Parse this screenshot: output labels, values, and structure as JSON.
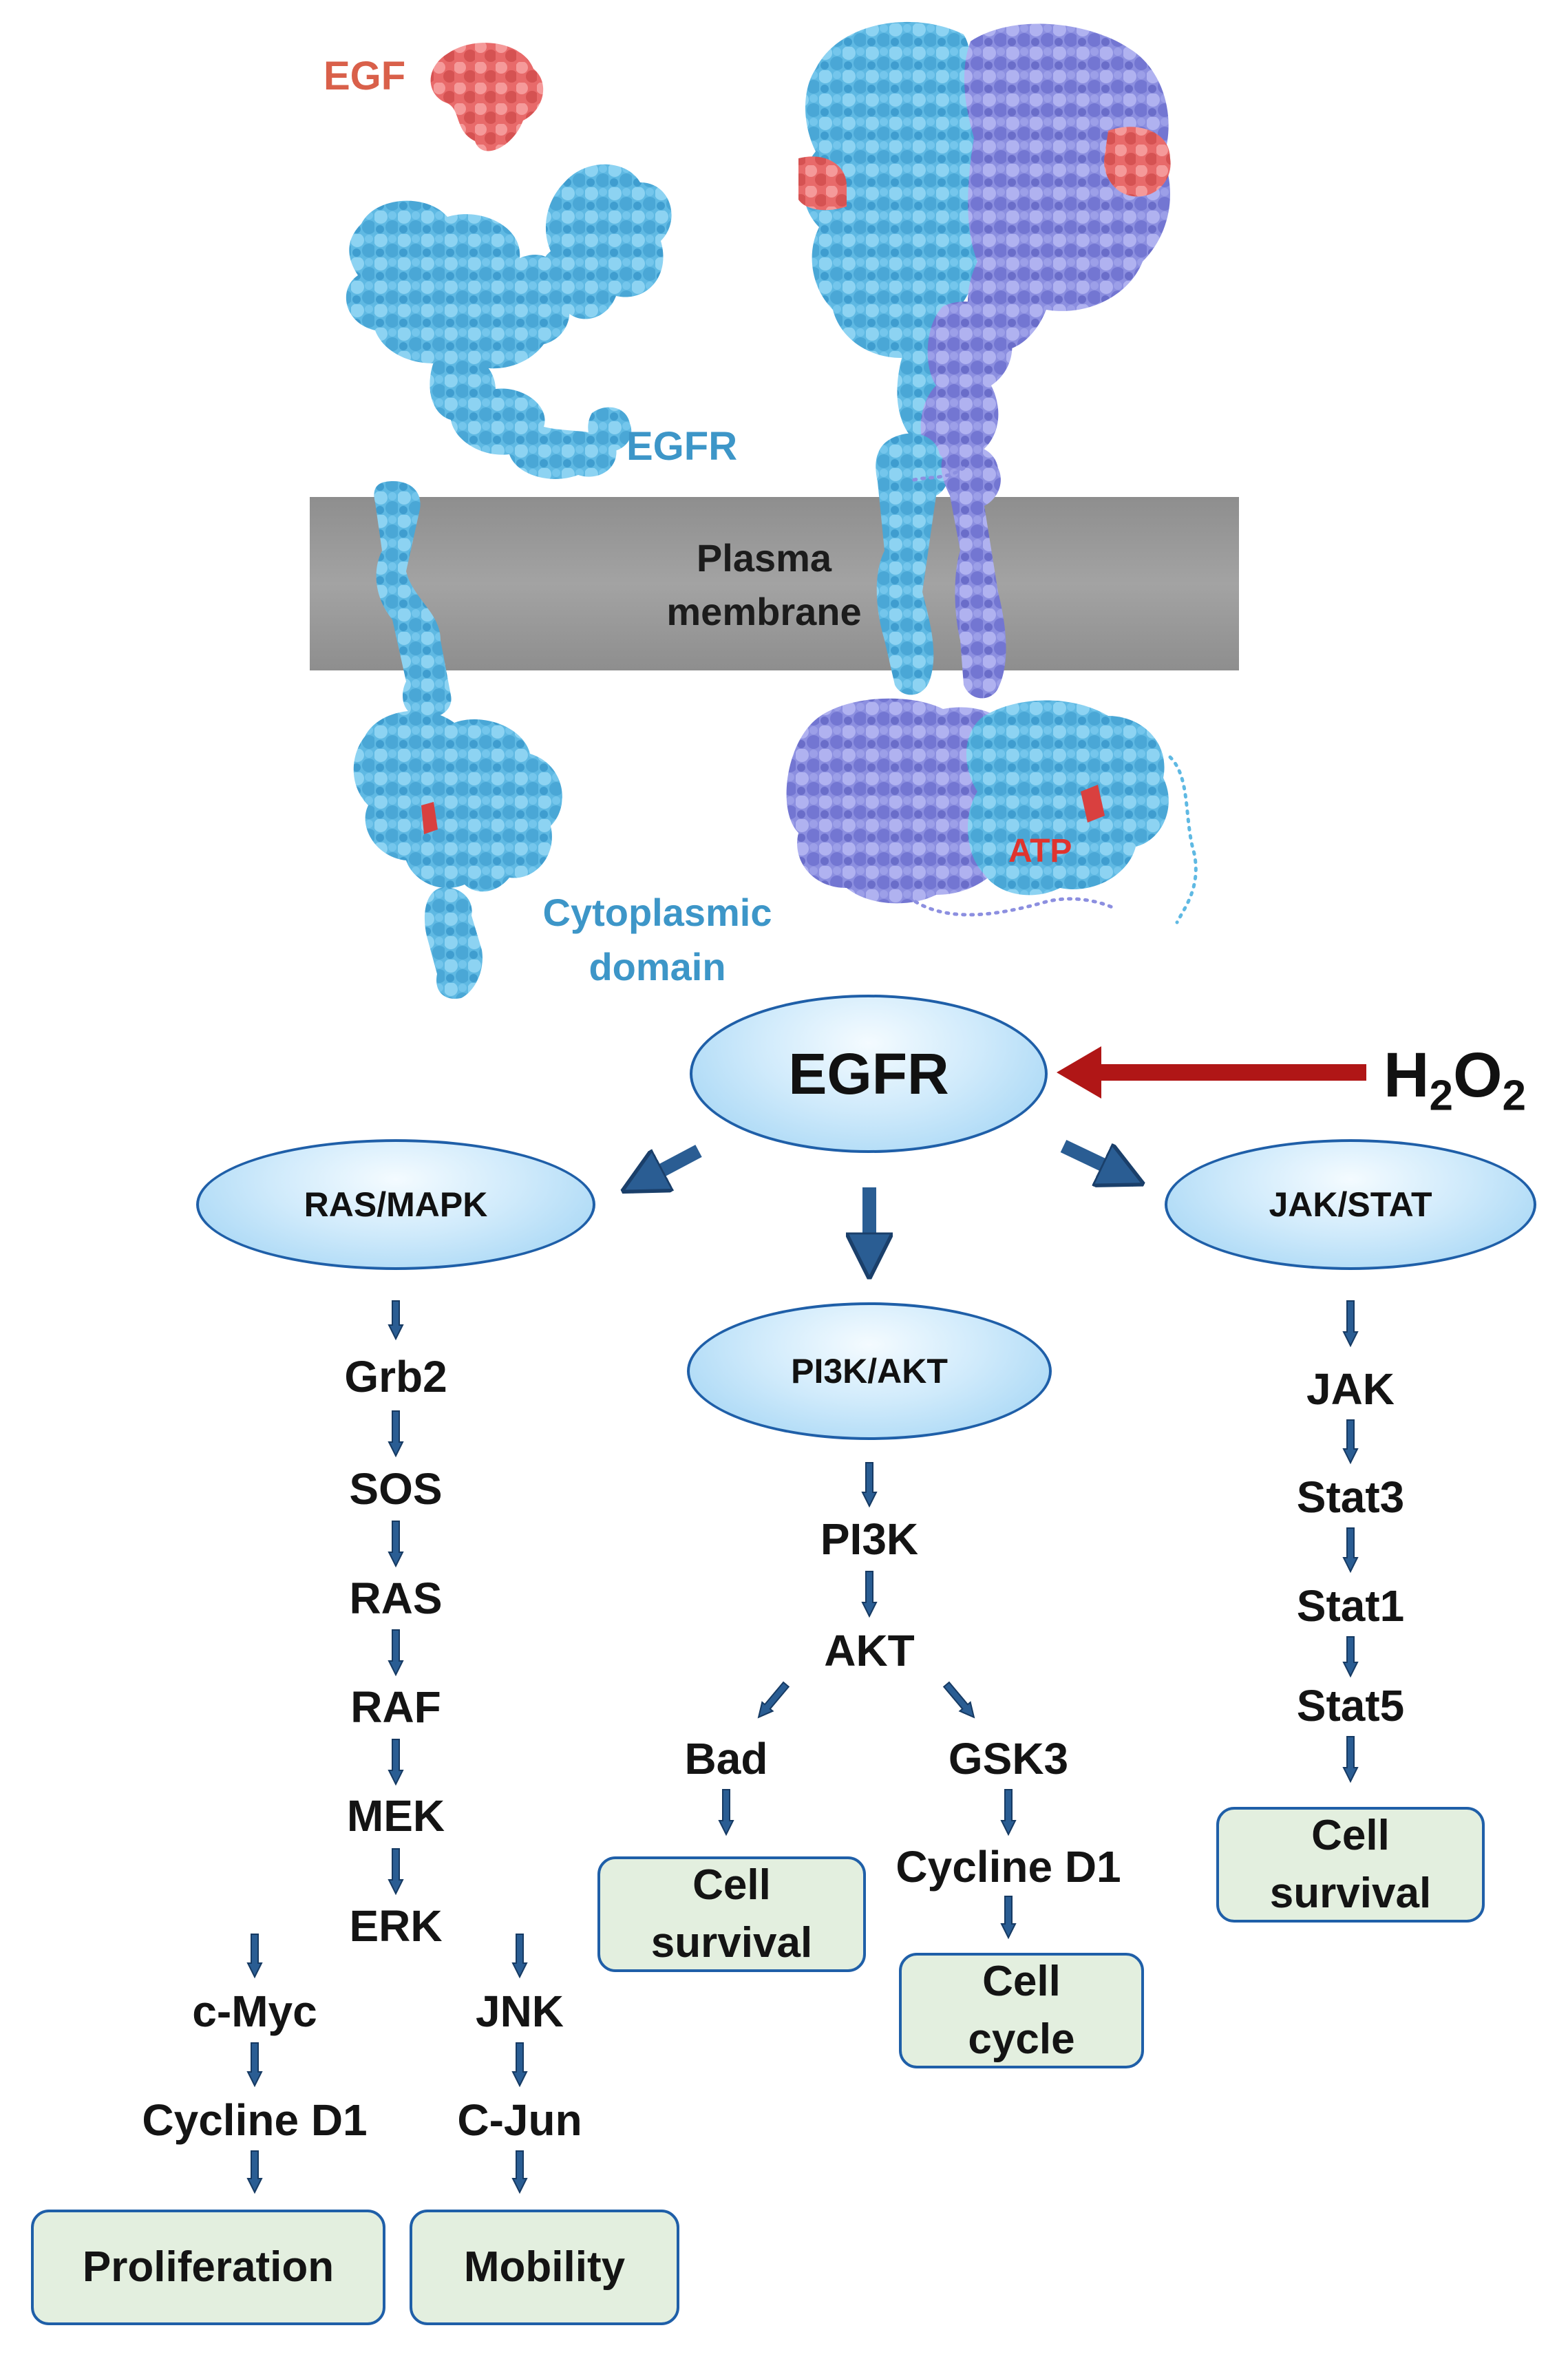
{
  "structure": {
    "egf_label": "EGF",
    "egfr_label": "EGFR",
    "membrane_line1": "Plasma",
    "membrane_line2": "membrane",
    "cytoplasmic_line1": "Cytoplasmic",
    "cytoplasmic_line2": "domain",
    "atp_label": "ATP"
  },
  "pathway": {
    "root": "EGFR",
    "stimulus": {
      "base1": "H",
      "sub1": "2",
      "base2": "O",
      "sub2": "2"
    },
    "branches": {
      "ras_mapk": "RAS/MAPK",
      "pi3k_akt": "PI3K/AKT",
      "jak_stat": "JAK/STAT"
    },
    "ras_chain": [
      "Grb2",
      "SOS",
      "RAS",
      "RAF",
      "MEK",
      "ERK"
    ],
    "ras_left": [
      "c-Myc",
      "Cycline D1"
    ],
    "ras_right": [
      "JNK",
      "C-Jun"
    ],
    "pi3k_chain": [
      "PI3K",
      "AKT"
    ],
    "akt_left": "Bad",
    "akt_right": [
      "GSK3",
      "Cycline D1"
    ],
    "jak_chain": [
      "JAK",
      "Stat3",
      "Stat1",
      "Stat5"
    ],
    "outcomes": {
      "proliferation": "Proliferation",
      "mobility": "Mobility",
      "bad_survival_1": "Cell",
      "bad_survival_2": "survival",
      "cell_cycle_1": "Cell",
      "cell_cycle_2": "cycle",
      "jak_survival_1": "Cell",
      "jak_survival_2": "survival"
    }
  },
  "colors": {
    "protein_blue": "#62bde6",
    "protein_purple": "#8f91e0",
    "ligand_red": "#ec6e6e",
    "membrane_gray": "#9a9a9a",
    "inhibitor_arrow": "#b01616",
    "flow_arrow": "#2a5d93",
    "outcome_box": "#e3efdf",
    "oval_border": "#1f5fa8"
  }
}
